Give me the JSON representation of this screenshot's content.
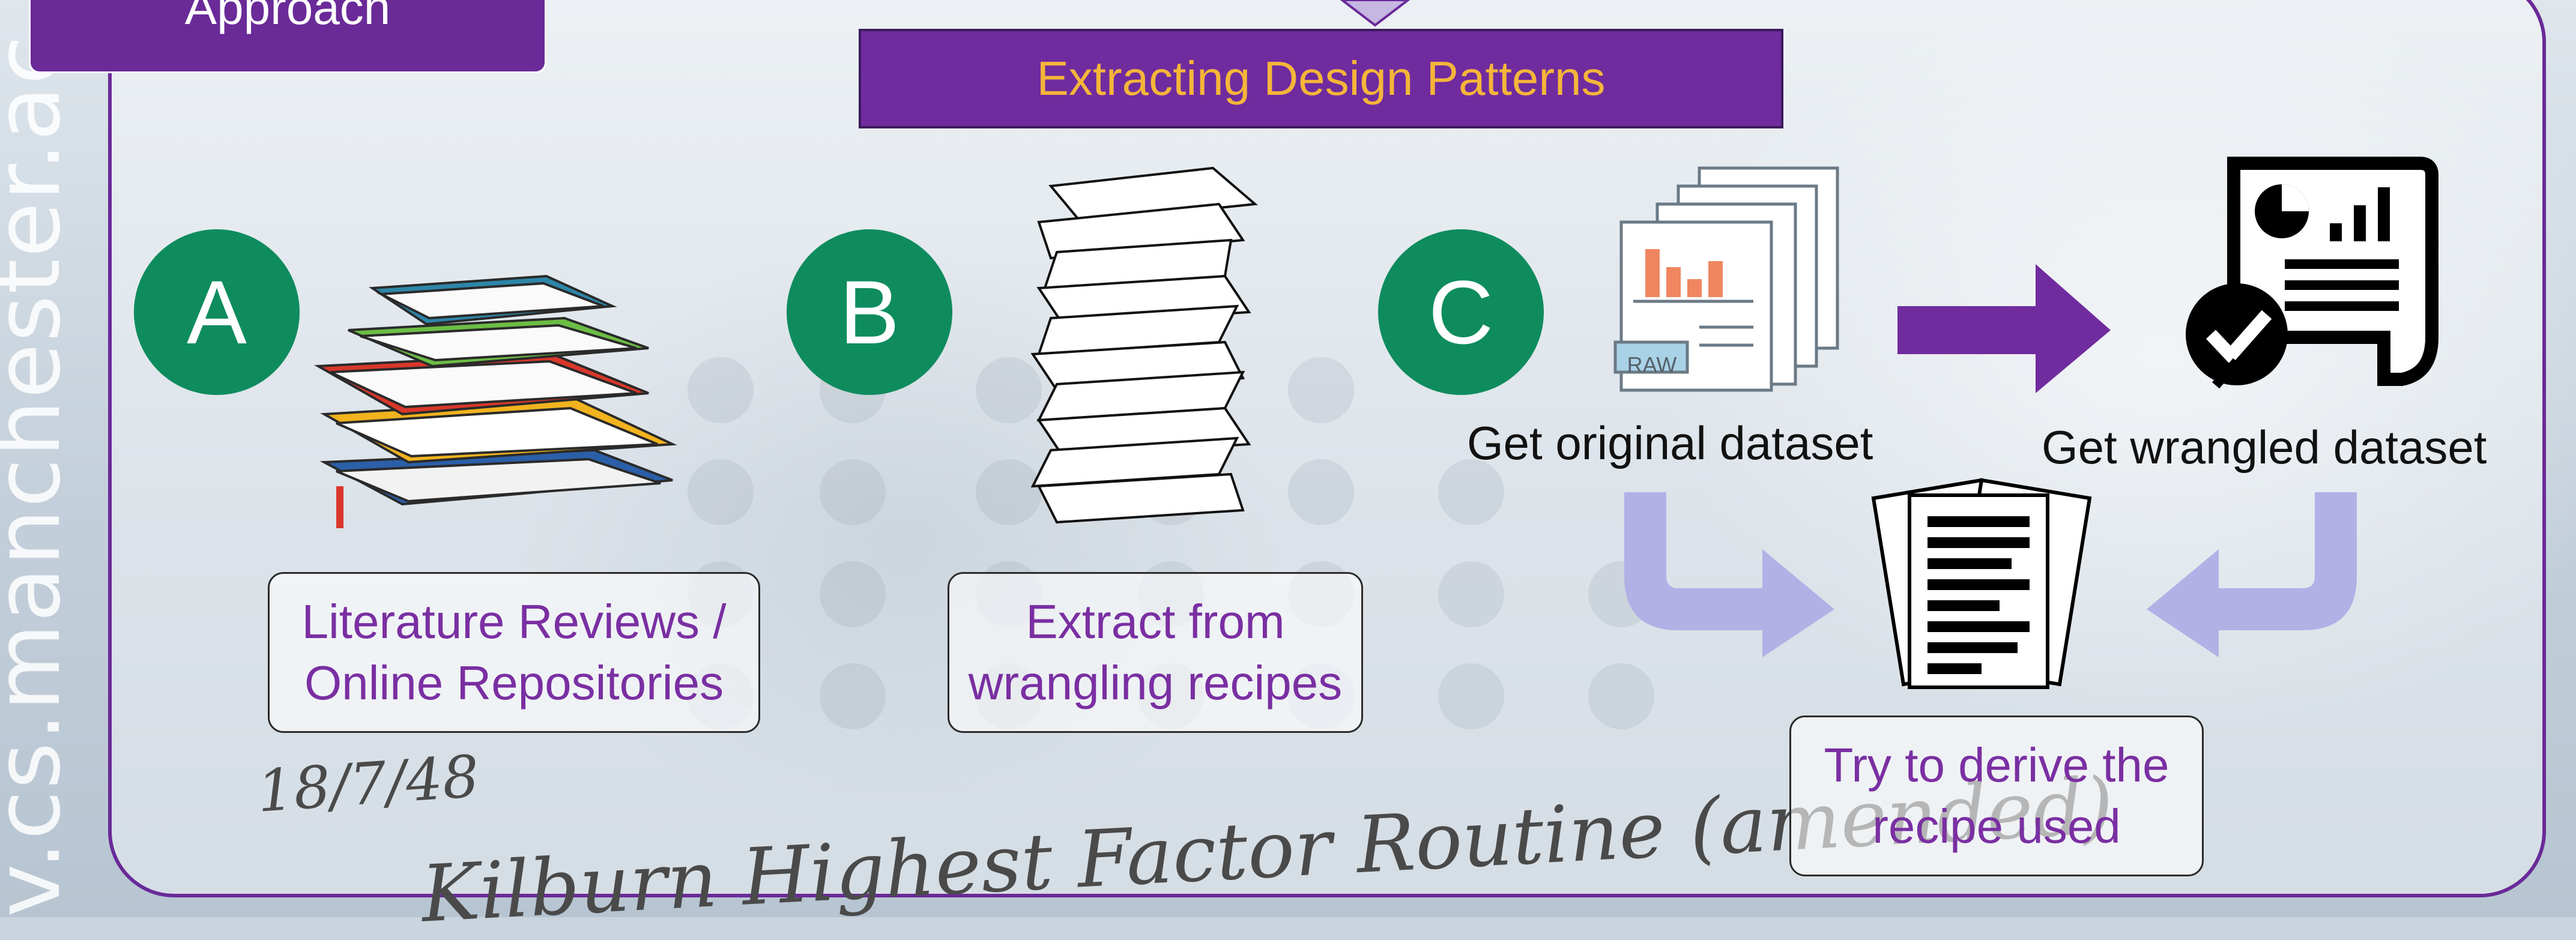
{
  "sidebar": {
    "url_text": "v.cs.manchester.ac.uk"
  },
  "approach_tab": {
    "label": "Approach"
  },
  "header": {
    "title": "Extracting Design Patterns"
  },
  "steps": [
    {
      "letter": "A",
      "caption_line1": "Literature Reviews /",
      "caption_line2": "Online Repositories"
    },
    {
      "letter": "B",
      "caption_line1": "Extract from",
      "caption_line2": "wrangling recipes"
    },
    {
      "letter": "C",
      "original_label": "Get original dataset",
      "wrangled_label": "Get wrangled dataset",
      "caption_line1": "Try to derive the",
      "caption_line2": "recipe used",
      "raw_tag": "RAW"
    }
  ],
  "background_text": {
    "date": "18/7/48",
    "title": "Kilburn Highest Factor Routine (amended)"
  },
  "colors": {
    "purple": "#702c9e",
    "green": "#0f8c5e",
    "orange": "#f5b53a",
    "lavender": "#b1b1e6"
  }
}
